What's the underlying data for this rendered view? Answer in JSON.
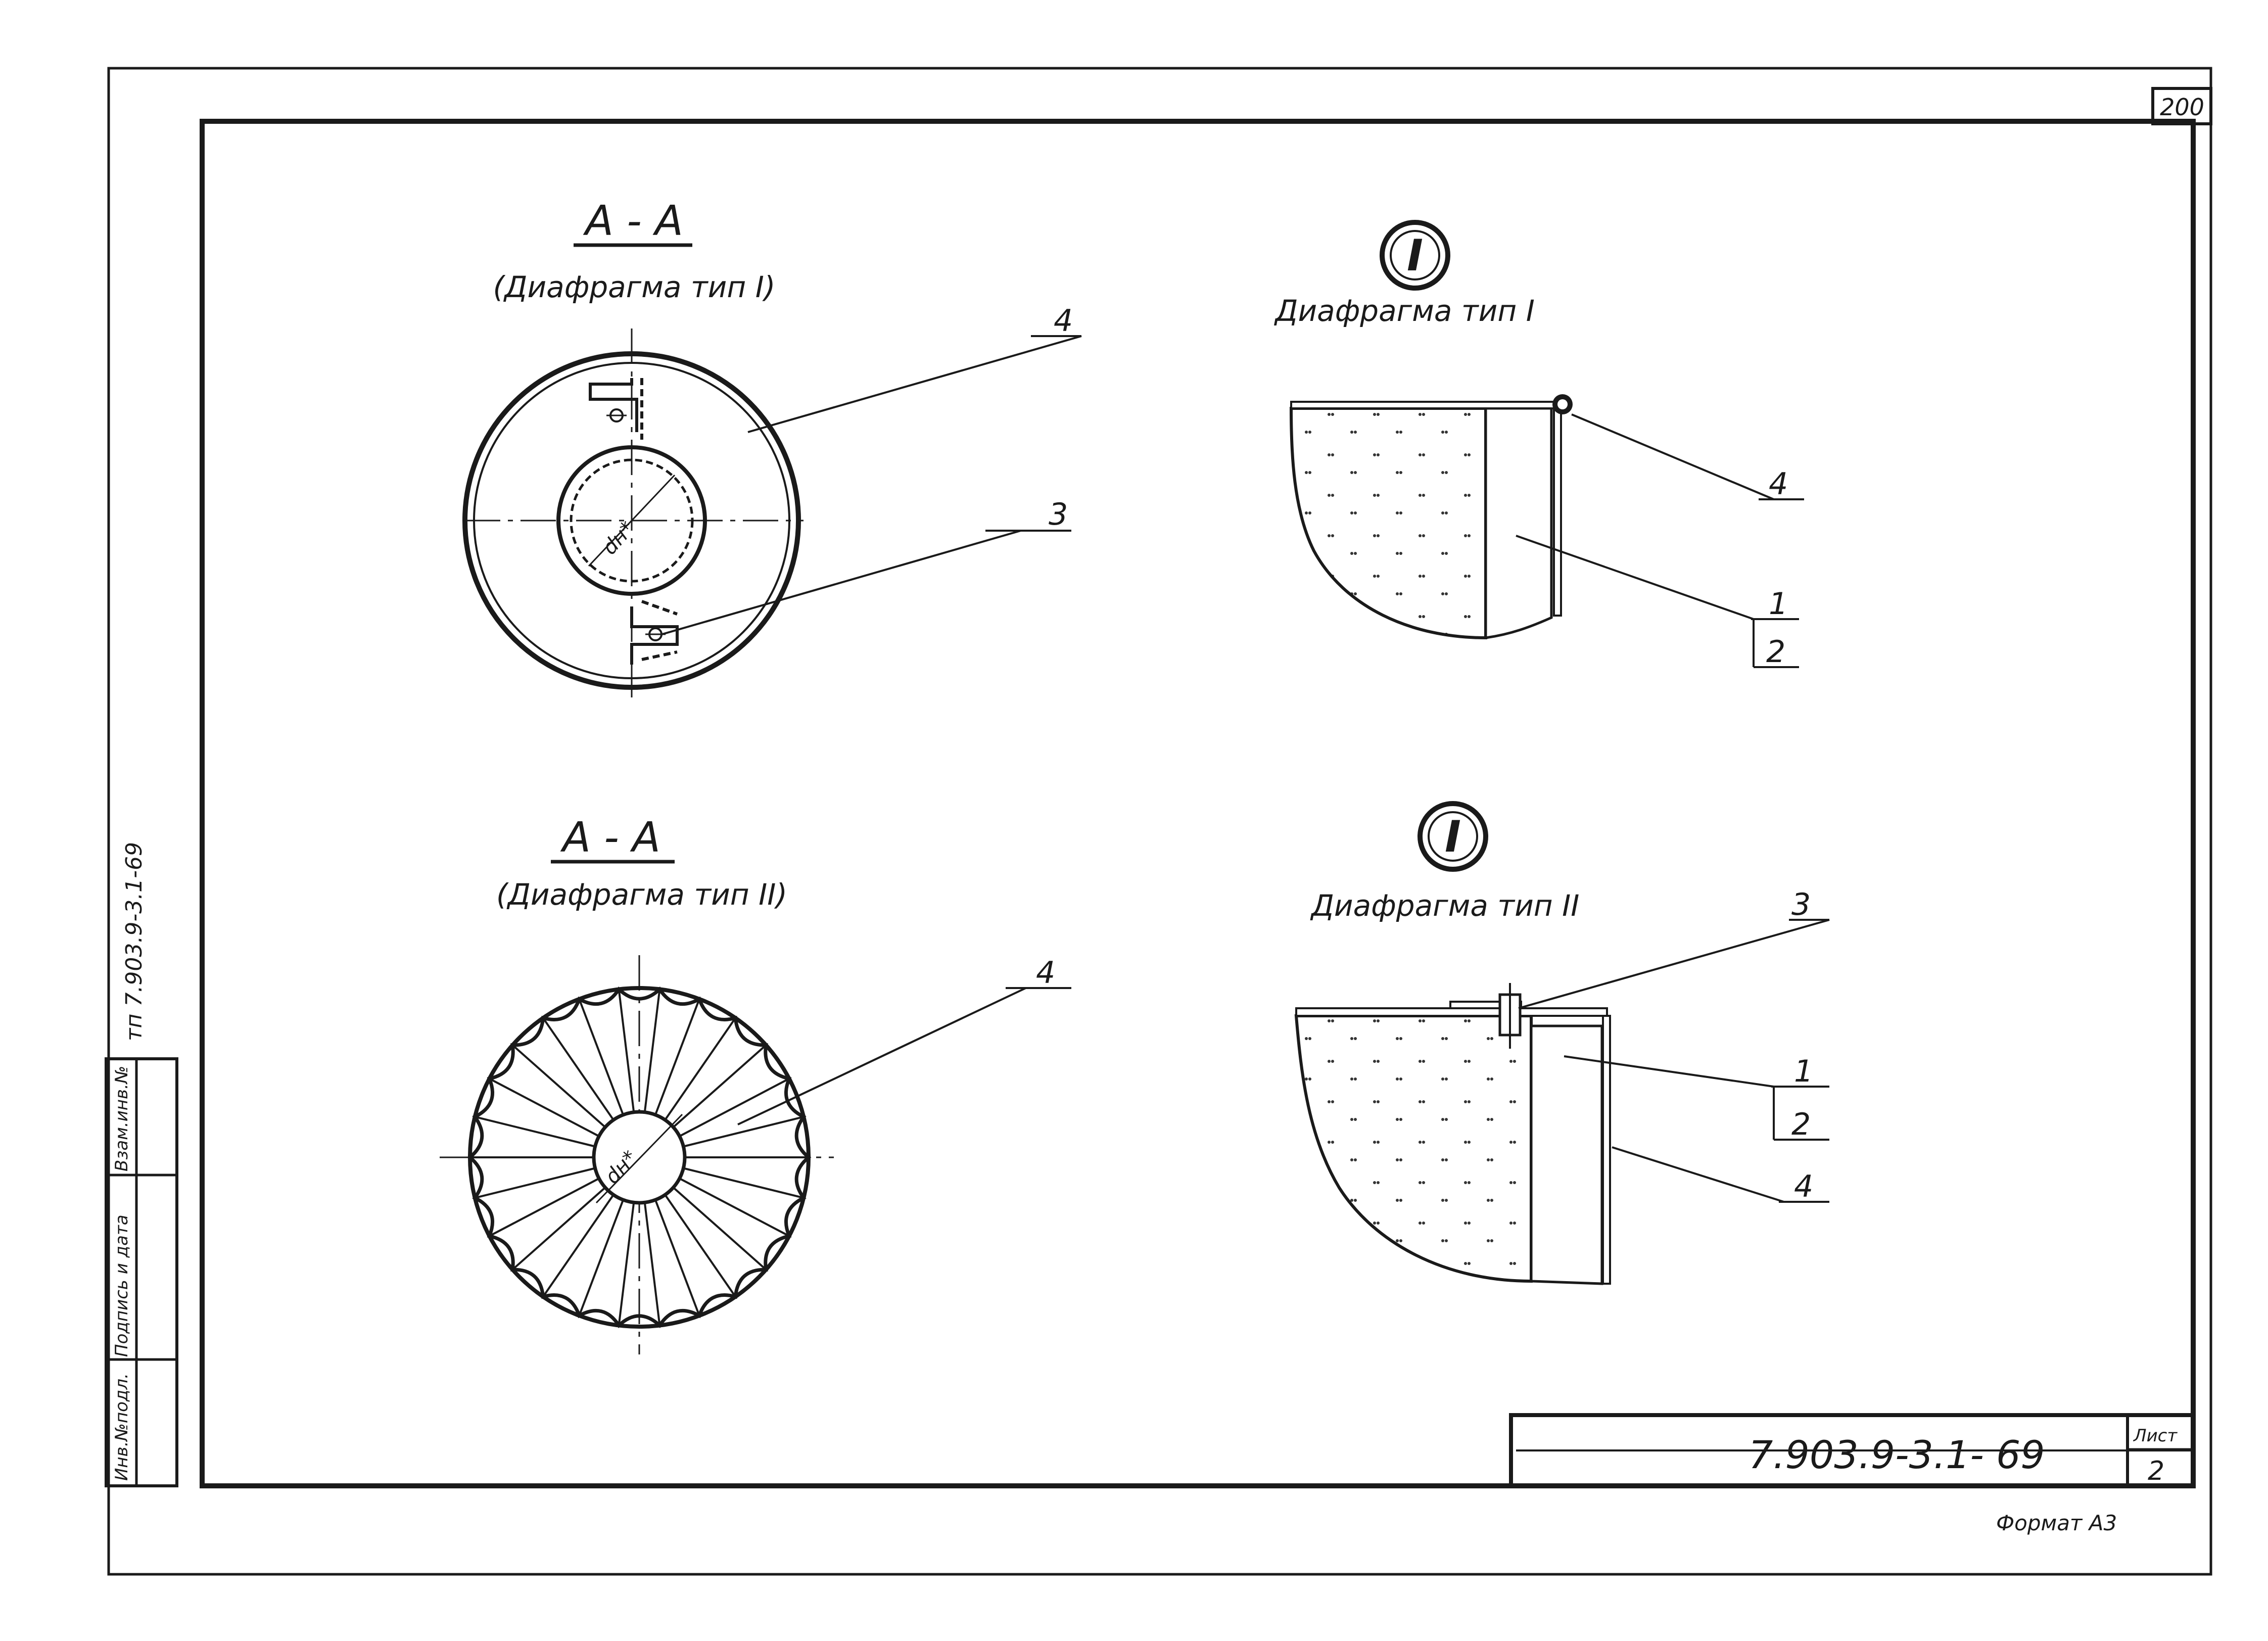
{
  "sheet": {
    "page_number": "200",
    "format": "Формат А3",
    "side_stamp": "тп 7.903.9-3.1-69",
    "side_table": {
      "cells": [
        "Инв.№подл.",
        "Подпись и дата",
        "Взам.инв.№"
      ]
    }
  },
  "title_block": {
    "code": "7.903.9-3.1- 69",
    "sheet_label": "Лист",
    "sheet_number": "2"
  },
  "views": {
    "section_type1": {
      "title": "А - А",
      "subtitle": "(Диафрагма тип I)",
      "dim_label": "dн*",
      "callouts": [
        "4",
        "3"
      ]
    },
    "section_type2": {
      "title": "А - А",
      "subtitle": "(Диафрагма тип II)",
      "dim_label": "dн*",
      "callouts": [
        "4"
      ]
    },
    "detail_type1": {
      "marker": "I",
      "subtitle": "Диафрагма тип I",
      "callouts": [
        "4",
        "1",
        "2"
      ]
    },
    "detail_type2": {
      "marker": "I",
      "subtitle": "Диафрагма тип II",
      "callouts": [
        "3",
        "1",
        "2",
        "4"
      ]
    }
  }
}
